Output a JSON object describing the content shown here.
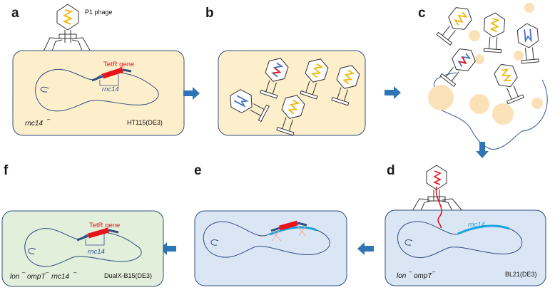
{
  "panels": {
    "a": {
      "letter": "a",
      "phage_label": "P1 phage",
      "gene_label": "TetR gene",
      "locus_label": "rnc14",
      "genotype_label": "rnc14",
      "genotype_sup": "–",
      "strain_label": "HT115(DE3)"
    },
    "b": {
      "letter": "b"
    },
    "c": {
      "letter": "c"
    },
    "d": {
      "letter": "d",
      "locus_label": "rnc14",
      "genotype_a": "lon",
      "genotype_a_sup": "–",
      "genotype_b": "ompT",
      "genotype_b_sup": "–",
      "strain_label": "BL21(DE3)"
    },
    "e": {
      "letter": "e"
    },
    "f": {
      "letter": "f",
      "gene_label": "TetR gene",
      "locus_label": "rnc14",
      "genotype_a": "lon",
      "genotype_a_sup": "–",
      "genotype_b": "ompT",
      "genotype_b_sup": "–",
      "genotype_c": "rnc14",
      "genotype_c_sup": "–",
      "strain_label": "DualX-B15(DE3)"
    }
  },
  "colors": {
    "donor_cell": "#fdefcc",
    "recipient_cell": "#dbe6f5",
    "final_cell": "#e2efda",
    "outline": "#2f4f7f",
    "tetr": "#e8141b",
    "rnc14_locus": "#1aa3dc",
    "arrow": "#2e75b6",
    "debris": "#fbe1b7",
    "dna_yellow": "#f2b705",
    "dna_blue": "#4472c4"
  }
}
